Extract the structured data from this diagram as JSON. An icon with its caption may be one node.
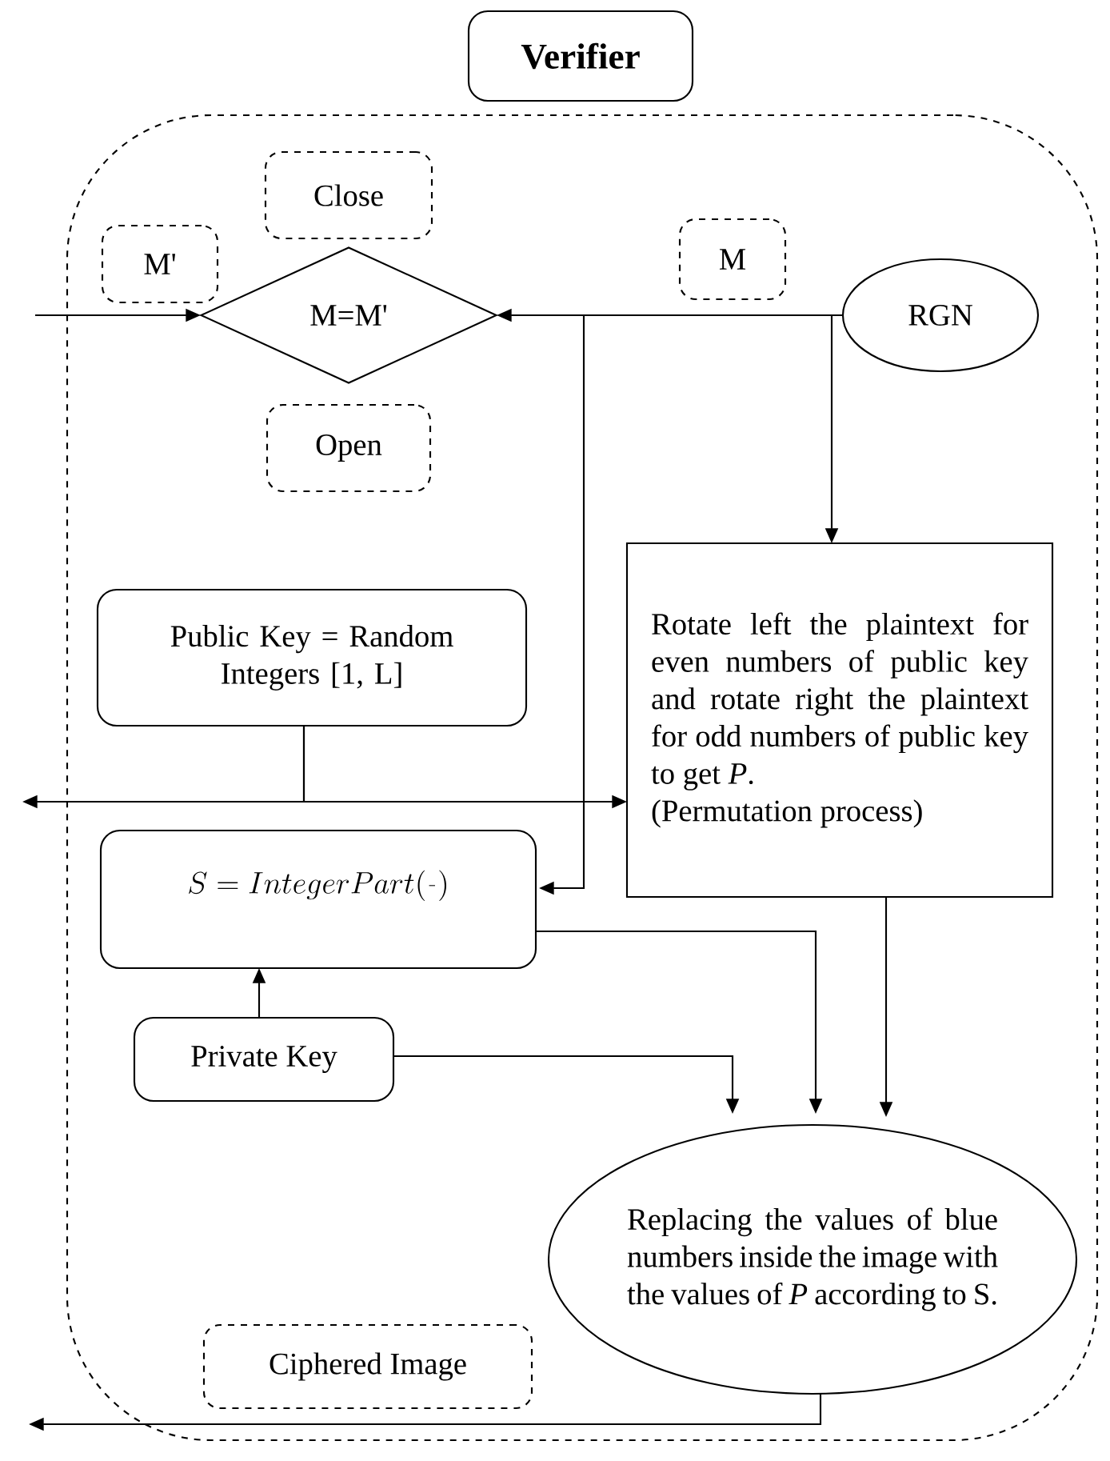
{
  "diagram": {
    "nodes": [
      {
        "text": [
          "Verifier"
        ]
      },
      {
        "text": [],
        "shape": "box"
      },
      {
        "text": [
          "M'"
        ],
        "in": 1
      },
      {
        "text": [
          "Close"
        ],
        "in": 1
      },
      {
        "text": [
          "M=M'"
        ],
        "in": 1
      },
      {
        "text": [
          "M"
        ],
        "in": 1
      },
      {
        "text": [
          "RGN"
        ],
        "in": 1
      },
      {
        "text": [
          "Open"
        ],
        "in": 1
      },
      {
        "text": [
          "Public Key = Random Integers [1, L]"
        ],
        "in": 1
      },
      {
        "text": [
          "Rotate left the plaintext for even numbers of public key and rotate right the plaintext for odd numbers of public key to get *P*.",
          "(Permutation process)"
        ],
        "in": 1
      },
      {
        "text": [
          "S = IntegerPart(\\frac{\\;}{\\;})"
        ],
        "in": 1
      },
      {
        "text": [
          "Private Key"
        ],
        "in": 1
      },
      {
        "text": [
          "Replacing the values of blue numbers inside the image with the values of *P* according to S."
        ],
        "in": 1
      },
      {
        "text": [
          "Ciphered Image"
        ],
        "in": 1
      }
    ],
    "edges": [
      {
        "from": null,
        "to": 4,
        "arrow": "to"
      },
      {
        "from": 6,
        "to": 4,
        "arrow": "to"
      },
      {
        "from": 6,
        "to": 9,
        "arrow": "to"
      },
      {
        "from": 6,
        "to": 10,
        "arrow": "to"
      },
      {
        "from": 8,
        "to": 9,
        "arrow": "to"
      },
      {
        "from": 8,
        "to": null,
        "arrow": "to"
      },
      {
        "from": 11,
        "to": 10,
        "arrow": "to"
      },
      {
        "from": 11,
        "to": 12,
        "arrow": "to"
      },
      {
        "from": 10,
        "to": 12,
        "arrow": "to"
      },
      {
        "from": 9,
        "to": 12,
        "arrow": "to"
      },
      {
        "from": 12,
        "to": null,
        "arrow": "to"
      }
    ]
  }
}
